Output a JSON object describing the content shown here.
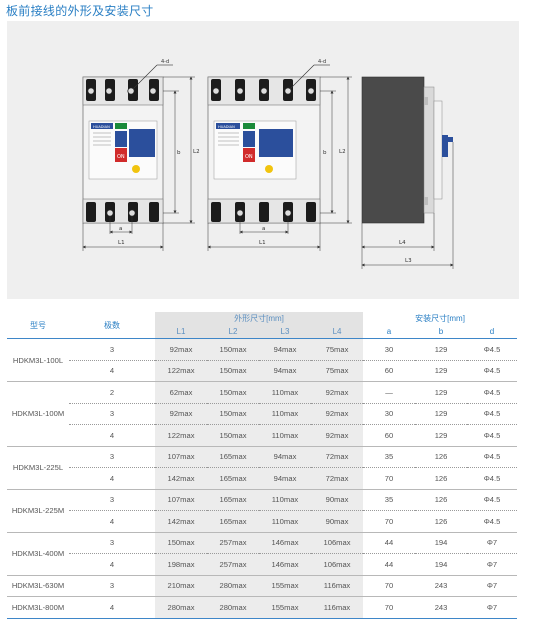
{
  "page_title": "板前接线的外形及安装尺寸",
  "drawing": {
    "label_4d": "4-d",
    "label_a": "a",
    "label_b": "b",
    "label_L1": "L1",
    "label_L2": "L2",
    "label_L3": "L3",
    "label_L4": "L4",
    "on_label": "ON",
    "brand": "HUADIAN"
  },
  "table": {
    "head": {
      "model": "型号",
      "poles": "极数",
      "outline_group": "外形尺寸[mm]",
      "install_group": "安装尺寸[mm]",
      "L1": "L1",
      "L2": "L2",
      "L3": "L3",
      "L4": "L4",
      "a": "a",
      "b": "b",
      "d": "d"
    },
    "rows": [
      {
        "model": "HDKM3L-100L",
        "poles": "3",
        "L1": "92max",
        "L2": "150max",
        "L3": "94max",
        "L4": "75max",
        "a": "30",
        "b": "129",
        "d": "Φ4.5"
      },
      {
        "model": "",
        "poles": "4",
        "L1": "122max",
        "L2": "150max",
        "L3": "94max",
        "L4": "75max",
        "a": "60",
        "b": "129",
        "d": "Φ4.5"
      },
      {
        "model": "HDKM3L-100M",
        "poles": "2",
        "L1": "62max",
        "L2": "150max",
        "L3": "110max",
        "L4": "92max",
        "a": "—",
        "b": "129",
        "d": "Φ4.5"
      },
      {
        "model": "",
        "poles": "3",
        "L1": "92max",
        "L2": "150max",
        "L3": "110max",
        "L4": "92max",
        "a": "30",
        "b": "129",
        "d": "Φ4.5"
      },
      {
        "model": "",
        "poles": "4",
        "L1": "122max",
        "L2": "150max",
        "L3": "110max",
        "L4": "92max",
        "a": "60",
        "b": "129",
        "d": "Φ4.5"
      },
      {
        "model": "HDKM3L-225L",
        "poles": "3",
        "L1": "107max",
        "L2": "165max",
        "L3": "94max",
        "L4": "72max",
        "a": "35",
        "b": "126",
        "d": "Φ4.5"
      },
      {
        "model": "",
        "poles": "4",
        "L1": "142max",
        "L2": "165max",
        "L3": "94max",
        "L4": "72max",
        "a": "70",
        "b": "126",
        "d": "Φ4.5"
      },
      {
        "model": "HDKM3L-225M",
        "poles": "3",
        "L1": "107max",
        "L2": "165max",
        "L3": "110max",
        "L4": "90max",
        "a": "35",
        "b": "126",
        "d": "Φ4.5"
      },
      {
        "model": "",
        "poles": "4",
        "L1": "142max",
        "L2": "165max",
        "L3": "110max",
        "L4": "90max",
        "a": "70",
        "b": "126",
        "d": "Φ4.5"
      },
      {
        "model": "HDKM3L-400M",
        "poles": "3",
        "L1": "150max",
        "L2": "257max",
        "L3": "146max",
        "L4": "106max",
        "a": "44",
        "b": "194",
        "d": "Φ7"
      },
      {
        "model": "",
        "poles": "4",
        "L1": "198max",
        "L2": "257max",
        "L3": "146max",
        "L4": "106max",
        "a": "44",
        "b": "194",
        "d": "Φ7"
      },
      {
        "model": "HDKM3L-630M",
        "poles": "3",
        "L1": "210max",
        "L2": "280max",
        "L3": "155max",
        "L4": "116max",
        "a": "70",
        "b": "243",
        "d": "Φ7"
      },
      {
        "model": "HDKM3L-800M",
        "poles": "4",
        "L1": "280max",
        "L2": "280max",
        "L3": "155max",
        "L4": "116max",
        "a": "70",
        "b": "243",
        "d": "Φ7"
      }
    ]
  }
}
